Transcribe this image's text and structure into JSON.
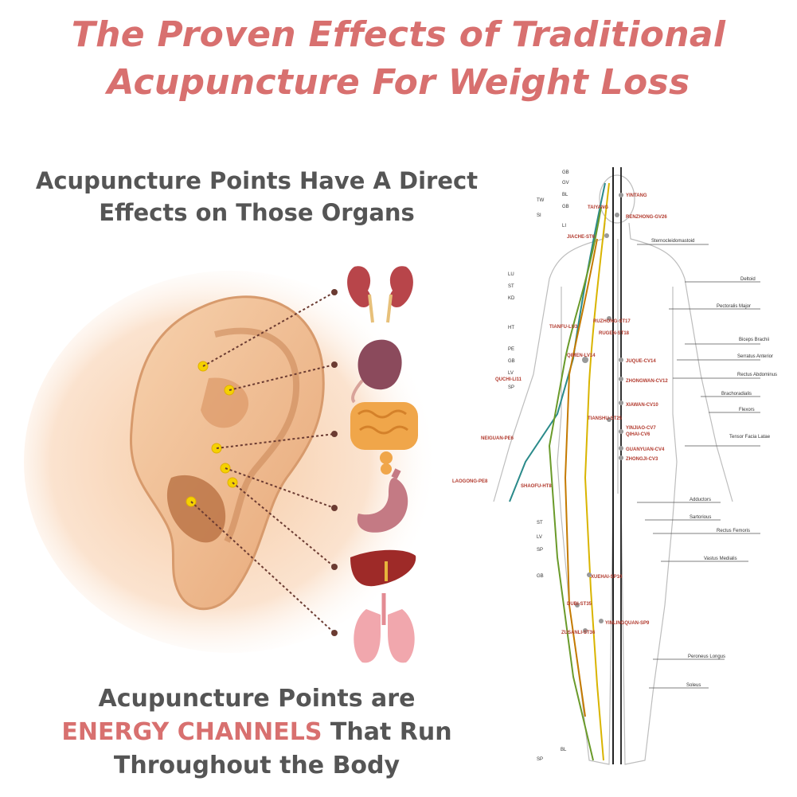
{
  "title": {
    "line1": "The Proven Effects of Traditional",
    "line2": "Acupuncture For Weight Loss"
  },
  "subtitle": {
    "line1": "Acupuncture Points Have A Direct",
    "line2": "Effects on Those Organs"
  },
  "bottom": {
    "line1": "Acupuncture Points are",
    "highlight": "ENERGY CHANNELS",
    "line2_rest": " That Run",
    "line3": "Throughout the Body"
  },
  "colors": {
    "accent": "#d8706f",
    "text": "#555555"
  },
  "organs": [
    "kidneys-icon",
    "spleen-icon",
    "intestines-icon",
    "stomach-icon",
    "liver-icon",
    "lungs-icon"
  ],
  "meridian_labels_left": [
    "GB",
    "GV",
    "BL",
    "TW",
    "GB",
    "SI",
    "LI",
    "LU",
    "ST",
    "KD",
    "HT",
    "PE",
    "GB",
    "LV",
    "SP",
    "ST",
    "LV",
    "SP",
    "GB",
    "BL",
    "SP"
  ],
  "point_labels": [
    "YINTANG",
    "TAIYANG",
    "RENZHONG-GV26",
    "JIACHE-ST6",
    "RUZHONG-ST17",
    "TIANFU-LU3",
    "RUGEN-ST18",
    "QIMEN-LV14",
    "JUQUE-CV14",
    "QUCHI-LI11",
    "ZHONGWAN-CV12",
    "XIAWAN-CV10",
    "TIANSHU-ST25",
    "YINJIAO-CV7",
    "QIHAI-CV6",
    "NEIGUAN-PE6",
    "GUANYUAN-CV4",
    "ZHONGJI-CV3",
    "LAOGONG-PE8",
    "SHAOFU-HT8",
    "XUEHAI-SP10",
    "DUBI-ST35",
    "YINLINGQUAN-SP9",
    "ZUSANLI-ST36"
  ],
  "muscle_labels": [
    "Sternocleidomastoid",
    "Deltoid",
    "Pectoralis Major",
    "Biceps Brachii",
    "Serratus Anterior",
    "Rectus Abdominus",
    "Brachoradialis",
    "Flexors",
    "Tensor Facia Latae",
    "Adductors",
    "Sartorious",
    "Rectus Femoris",
    "Vastus Medialis",
    "Peroneus Longus",
    "Soleus"
  ]
}
